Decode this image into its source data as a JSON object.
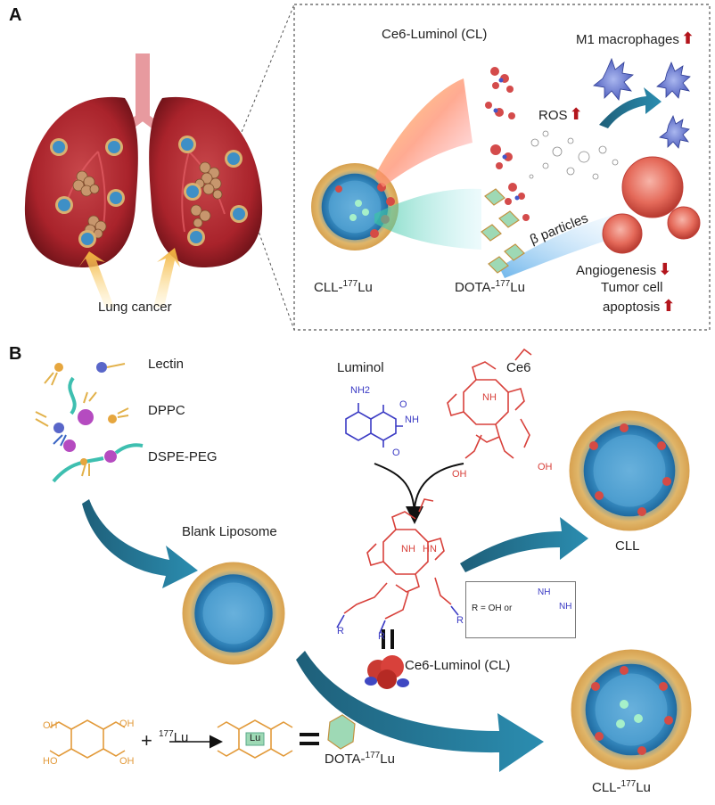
{
  "panel_a": {
    "letter": "A",
    "ce6_luminol": "Ce6-Luminol (CL)",
    "m1": "M1 macrophages",
    "ros": "ROS",
    "beta": "β particles",
    "angiogenesis": "Angiogenesis",
    "tumor_cell": "Tumor cell",
    "apoptosis": "apoptosis",
    "cll_lu_prefix": "CLL-",
    "dota_lu_prefix": "DOTA-",
    "isotope": "177",
    "lu": "Lu",
    "lung_cancer": "Lung cancer",
    "up_arrow": "⬆",
    "down_arrow": "⬇"
  },
  "panel_b": {
    "letter": "B",
    "lectin": "Lectin",
    "dppc": "DPPC",
    "dspe_peg": "DSPE-PEG",
    "luminol": "Luminol",
    "ce6": "Ce6",
    "blank_liposome": "Blank Liposome",
    "cll": "CLL",
    "r_def_prefix": "R = OH or",
    "ce6_luminol_cl": "Ce6-Luminol (CL)",
    "plus": "+",
    "isotope": "177",
    "lu": "Lu",
    "equals": "=",
    "dota_lu_prefix": "DOTA-",
    "cll_lu_prefix": "CLL-",
    "nh2": "NH2",
    "nh": "NH",
    "o": "O",
    "hn": "HN",
    "oh": "OH",
    "ho": "HO",
    "r": "R"
  },
  "colors": {
    "liposome_core": "#3d93c8",
    "liposome_shell": "#e0b66a",
    "lung": "#a9232b",
    "chemistry_red": "#d8413b",
    "chemistry_blue": "#3b3bc4",
    "chelator": "#e29a3a",
    "teal_arrow": "#1f6b84",
    "up_down_arrow": "#b3151c"
  }
}
